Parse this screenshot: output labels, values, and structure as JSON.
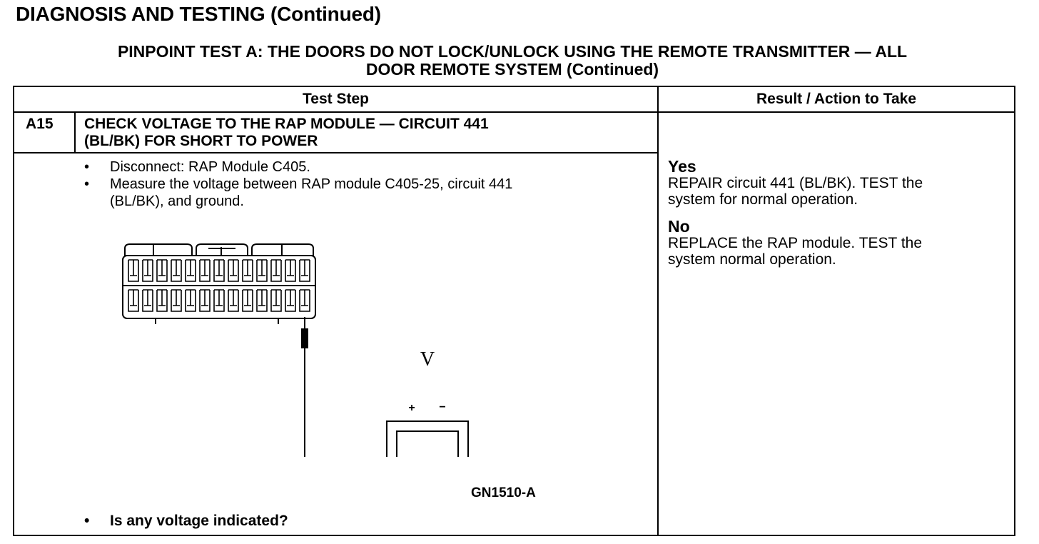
{
  "header": {
    "title": "DIAGNOSIS AND TESTING (Continued)",
    "subtitle_line1": "PINPOINT TEST A: THE DOORS DO NOT LOCK/UNLOCK USING THE REMOTE TRANSMITTER — ALL",
    "subtitle_line2": "DOOR REMOTE SYSTEM (Continued)"
  },
  "table": {
    "col_test_step": "Test Step",
    "col_result": "Result / Action to Take",
    "step": {
      "id": "A15",
      "heading_line1": "CHECK VOLTAGE TO THE RAP MODULE — CIRCUIT 441",
      "heading_line2": "(BL/BK) FOR SHORT TO POWER",
      "bullet1": "Disconnect: RAP Module C405.",
      "bullet2_line1": "Measure the voltage between RAP module C405-25, circuit 441",
      "bullet2_line2": "(BL/BK), and ground.",
      "bullet_symbol": "•",
      "question": "Is any voltage indicated?",
      "figure_id": "GN1510-A",
      "meter_symbol": "V",
      "plus_symbol": "+",
      "minus_symbol": "−"
    },
    "results": {
      "yes_label": "Yes",
      "yes_line1": "REPAIR circuit 441 (BL/BK). TEST the",
      "yes_line2": "system for normal operation.",
      "no_label": "No",
      "no_line1": "REPLACE the RAP module. TEST the",
      "no_line2": "system normal operation."
    }
  }
}
